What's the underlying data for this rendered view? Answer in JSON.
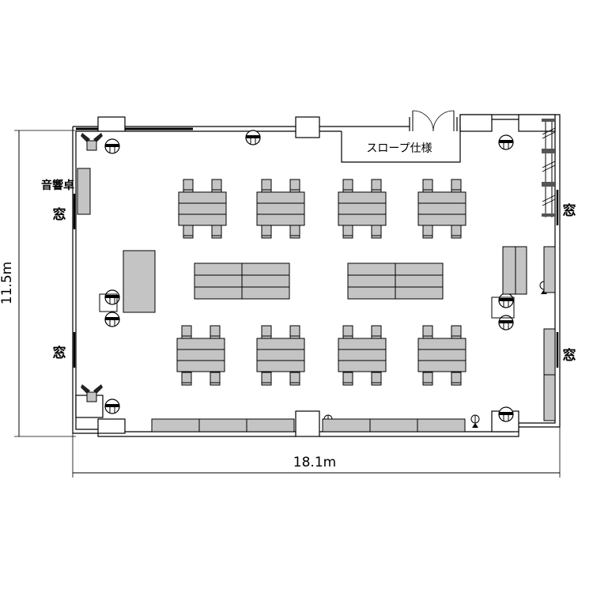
{
  "dimensions": {
    "width": "18.1m",
    "height": "11.5m"
  },
  "labels": {
    "ramp": "スロープ仕様",
    "sound_desk": "音響卓",
    "window": "窓"
  },
  "colors": {
    "furniture": "#c4c4c4",
    "line": "#000000",
    "background": "#ffffff"
  }
}
